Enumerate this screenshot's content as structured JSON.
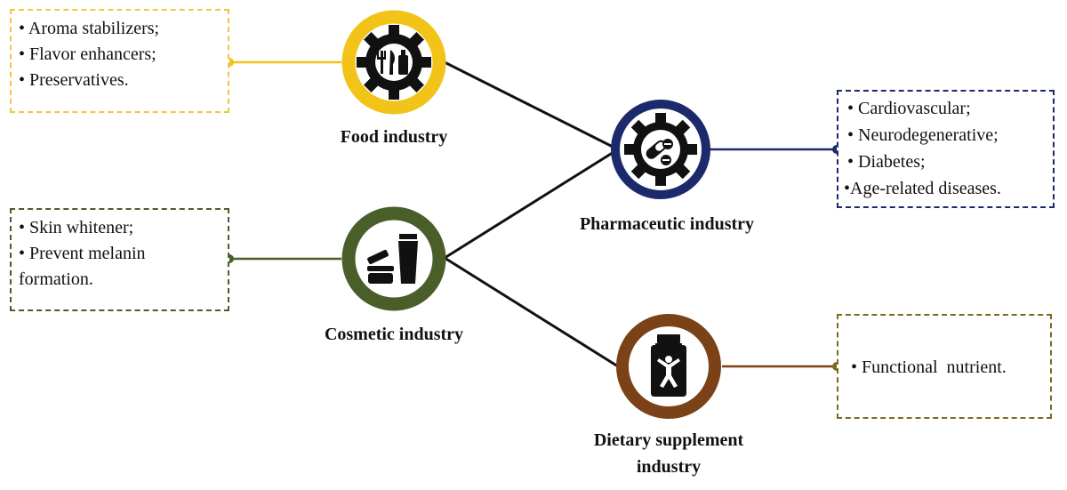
{
  "colors": {
    "food": "#f2c318",
    "food_box": "#f0c640",
    "pharma": "#1c2a6b",
    "cosmetic": "#4a5e2a",
    "dietary": "#7a4216",
    "dietary_box": "#7a6a22",
    "connector": "#111111",
    "icon": "#111111"
  },
  "nodes": {
    "food": {
      "label": "Food industry",
      "icon": "gear-with-cutlery-icon",
      "bullets": [
        "• Aroma stabilizers;",
        "• Flavor enhancers;",
        "• Preservatives."
      ]
    },
    "pharma": {
      "label": "Pharmaceutic industry",
      "icon": "gear-with-pills-icon",
      "bullets": [
        "• Cardiovascular;",
        "• Neurodegenerative;",
        "• Diabetes;",
        "•Age-related diseases."
      ]
    },
    "cosmetic": {
      "label": "Cosmetic industry",
      "icon": "cosmetic-jars-icon",
      "bullets": [
        "• Skin whitener;",
        "• Prevent melanin formation."
      ]
    },
    "dietary": {
      "label_line1": "Dietary supplement",
      "label_line2": "industry",
      "icon": "supplement-bottle-icon",
      "bullets": [
        "• Functional  nutrient."
      ]
    }
  }
}
